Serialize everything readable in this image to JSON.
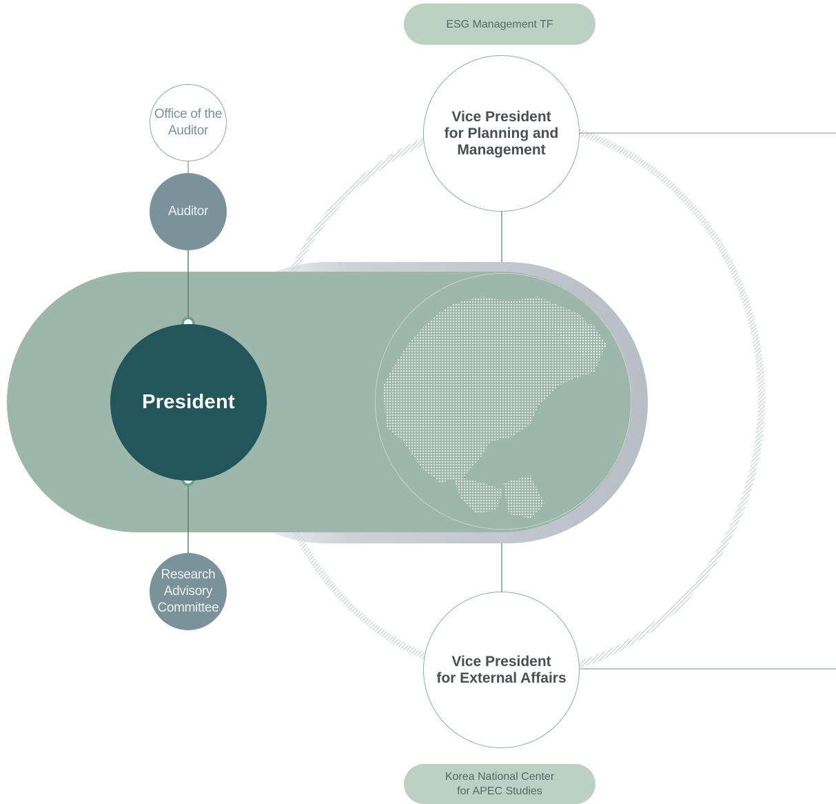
{
  "top_unit": {
    "label": "ESG Management TF"
  },
  "office_auditor": {
    "label": "Office of the\nAuditor"
  },
  "auditor": {
    "label": "Auditor"
  },
  "president": {
    "label": "President"
  },
  "research_committee": {
    "label": "Research\nAdvisory\nCommittee"
  },
  "vp_planning": {
    "label": "Vice President\nfor Planning and\nManagement"
  },
  "vp_external": {
    "label": "Vice President\nfor External Affairs"
  },
  "bottom_unit": {
    "label": "Korea National Center\nfor APEC Studies"
  },
  "colors": {
    "band_green": "#9db8aa",
    "band_shadow": "#bcc3c8",
    "president_fill": "#23565a",
    "node_gray": "#7a939a",
    "pill_fill": "#bcd0c4",
    "line": "#94ab9e"
  }
}
